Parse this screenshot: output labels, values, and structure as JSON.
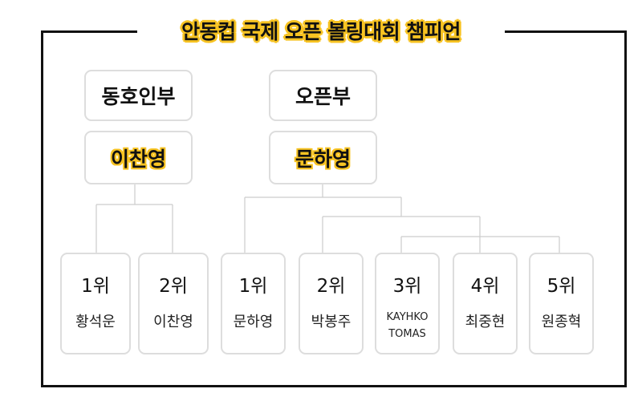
{
  "title": "안동컵 국제 오픈 볼링대회 챔피언",
  "accent_color": "#f7c322",
  "divisions": [
    {
      "name": "동호인부",
      "champion": "이찬영",
      "ranks": [
        {
          "rank": "1위",
          "name": "황석운"
        },
        {
          "rank": "2위",
          "name": "이찬영"
        }
      ]
    },
    {
      "name": "오픈부",
      "champion": "문하영",
      "ranks": [
        {
          "rank": "1위",
          "name": "문하영"
        },
        {
          "rank": "2위",
          "name": "박봉주"
        },
        {
          "rank": "3위",
          "name": "KAYHKO\nTOMAS"
        },
        {
          "rank": "4위",
          "name": "최중현"
        },
        {
          "rank": "5위",
          "name": "원종혁"
        }
      ]
    }
  ]
}
